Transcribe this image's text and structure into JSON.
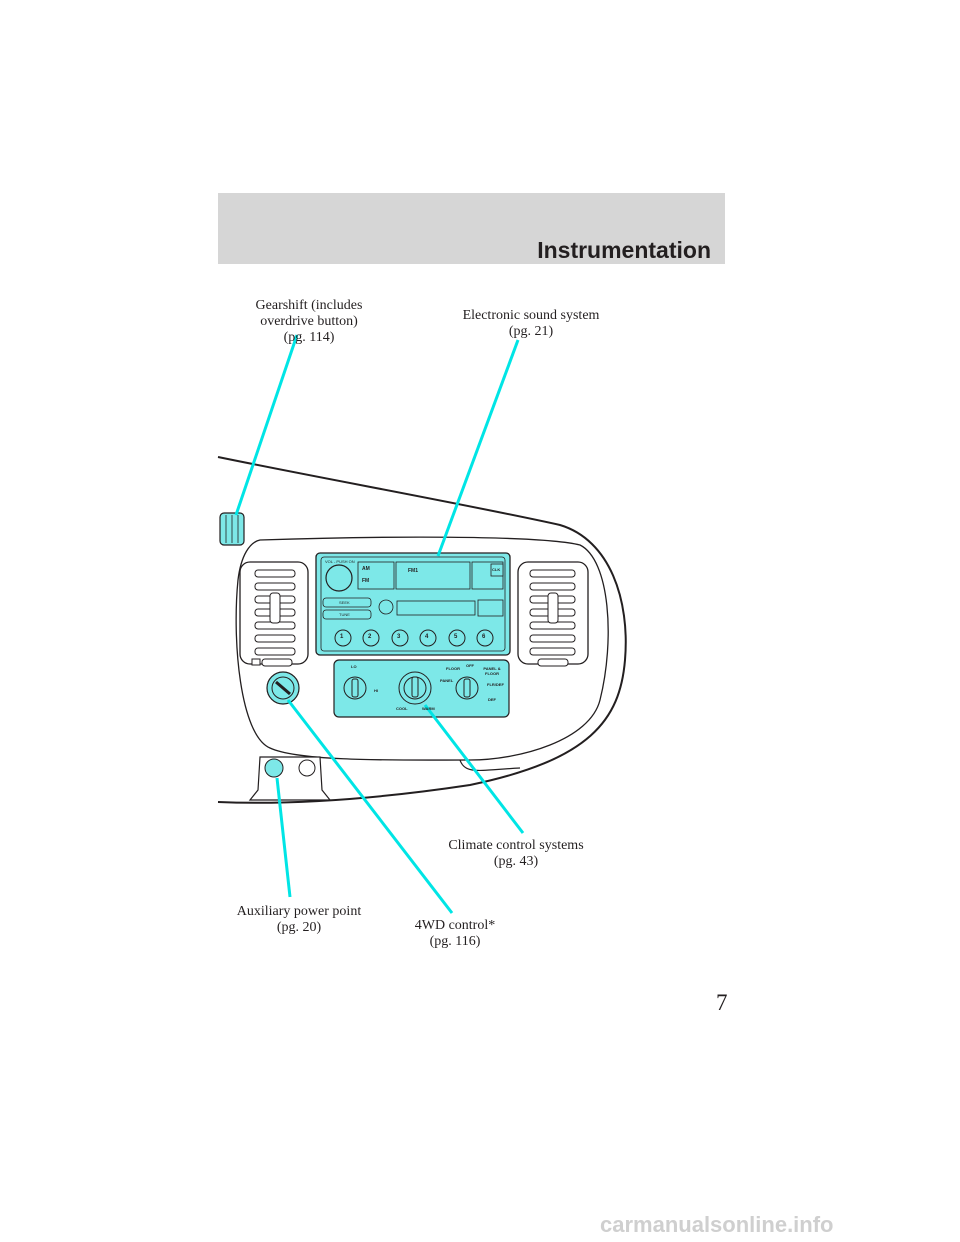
{
  "header": {
    "title": "Instrumentation"
  },
  "callouts": {
    "gearshift": {
      "line1": "Gearshift (includes",
      "line2": "overdrive button)",
      "line3": "(pg. 114)"
    },
    "sound_system": {
      "line1": "Electronic sound system",
      "line2": "(pg. 21)"
    },
    "climate": {
      "line1": "Climate control systems",
      "line2": "(pg. 43)"
    },
    "aux_power": {
      "line1": "Auxiliary power point",
      "line2": "(pg. 20)"
    },
    "fourwd": {
      "line1": "4WD control*",
      "line2": "(pg. 116)"
    }
  },
  "radio": {
    "vol_label": "VOL - PUSH ON",
    "am": "AM",
    "fm": "FM",
    "display": "FM1",
    "clk": "CLK",
    "seek": "SEEK",
    "tune": "TUNE",
    "presets": [
      "1",
      "2",
      "3",
      "4",
      "5",
      "6"
    ]
  },
  "climate_panel": {
    "lo": "LO",
    "hi": "HI",
    "cool": "COOL",
    "warm": "WARM",
    "floor": "FLOOR",
    "off": "OFF",
    "panel_floor": "PANEL & FLOOR",
    "panel": "PANEL",
    "flr_def": "FLR/DEF",
    "def": "DEF"
  },
  "page_number": "7",
  "watermark": "carmanualsonline.info",
  "colors": {
    "accent": "#7de8e8",
    "callout_line": "#00e5e5",
    "header_bg": "#d6d6d6"
  }
}
